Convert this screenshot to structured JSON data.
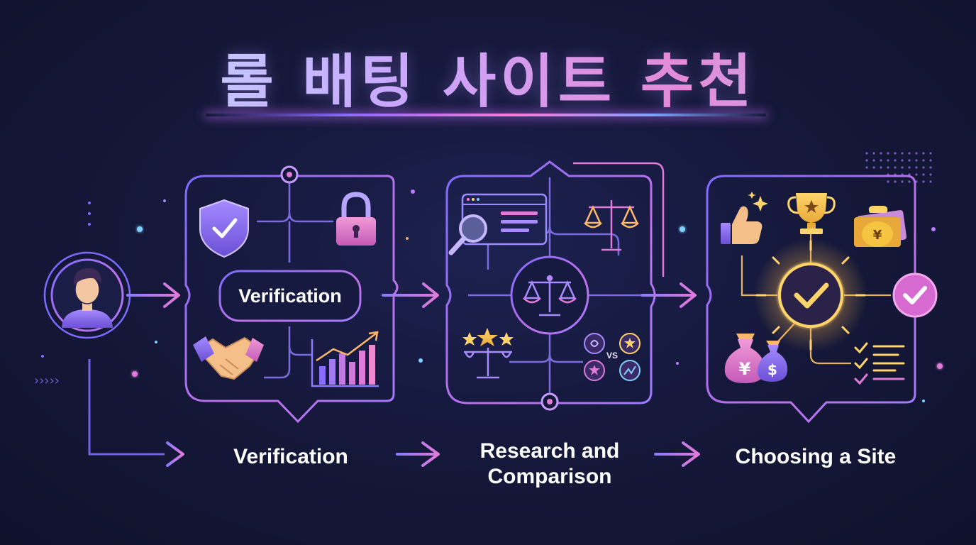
{
  "title": "롤 배팅 사이트 추천",
  "colors": {
    "background": "#141738",
    "accent_purple": "#8a6bff",
    "accent_pink": "#e07ad8",
    "accent_gold": "#f5c542",
    "text": "#ffffff"
  },
  "nodes": [
    {
      "id": "user",
      "icon": "person-avatar-icon"
    },
    {
      "id": "verification",
      "label": "Verification",
      "center_label": "Verification",
      "icons": [
        "shield-check-icon",
        "padlock-icon",
        "handshake-icon",
        "growth-chart-icon"
      ]
    },
    {
      "id": "research",
      "label": "Research and\nComparison",
      "icons": [
        "browser-search-icon",
        "balance-scale-icon",
        "rating-scale-icon",
        "versus-comparison-icon"
      ],
      "vs_text": "VS"
    },
    {
      "id": "choosing",
      "label": "Choosing a Site",
      "icons": [
        "thumbs-up-icon",
        "trophy-icon",
        "yen-money-icon",
        "checkmark-glow-icon",
        "money-bags-icon",
        "checklist-icon",
        "check-badge-icon"
      ]
    }
  ]
}
